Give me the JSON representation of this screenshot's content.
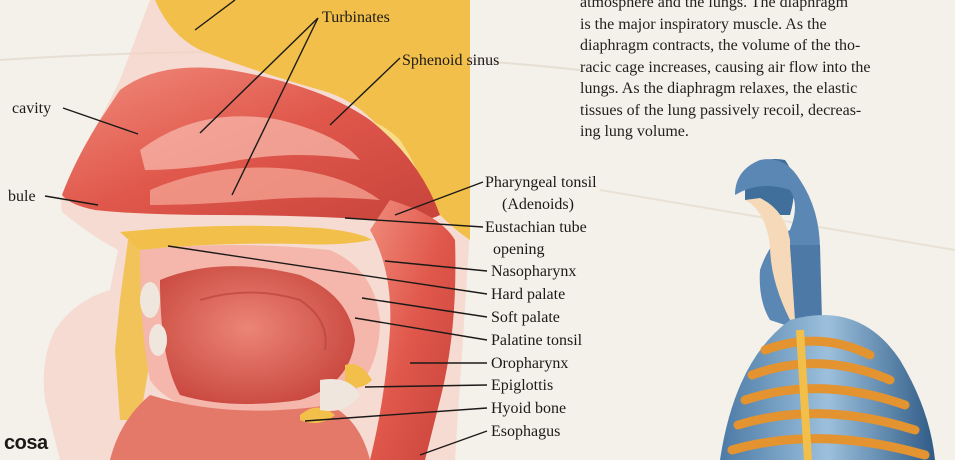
{
  "description": {
    "lines": [
      "atmosphere and the lungs.  The diaphragm",
      "is the major inspiratory  muscle.  As the",
      "diaphragm contracts, the volume of the tho-",
      "racic cage increases, causing air flow into the",
      "lungs.  As the diaphragm relaxes, the elastic",
      "tissues of the lung passively recoil, decreas-",
      "ing lung volume."
    ]
  },
  "labels": {
    "turbinates": "Turbinates",
    "sphenoid_sinus": "Sphenoid sinus",
    "cavity": "cavity",
    "bule": "bule",
    "pharyngeal_tonsil": "Pharyngeal tonsil",
    "adenoids": "(Adenoids)",
    "eustachian_tube": "Eustachian tube",
    "opening": "opening",
    "nasopharynx": "Nasopharynx",
    "hard_palate": "Hard palate",
    "soft_palate": "Soft palate",
    "palatine_tonsil": "Palatine tonsil",
    "oropharynx": "Oropharynx",
    "epiglottis": "Epiglottis",
    "hyoid_bone": "Hyoid bone",
    "esophagus": "Esophagus",
    "cosa": "cosa"
  },
  "colors": {
    "paper": "#f4f0ea",
    "tissue": "#e46a5c",
    "tissue_dark": "#c8463e",
    "tissue_light": "#f3a49a",
    "bone": "#f2c04a",
    "bone_light": "#f7dc8c",
    "airway_blue": "#3f6f9a",
    "rib_orange": "#e39330"
  }
}
